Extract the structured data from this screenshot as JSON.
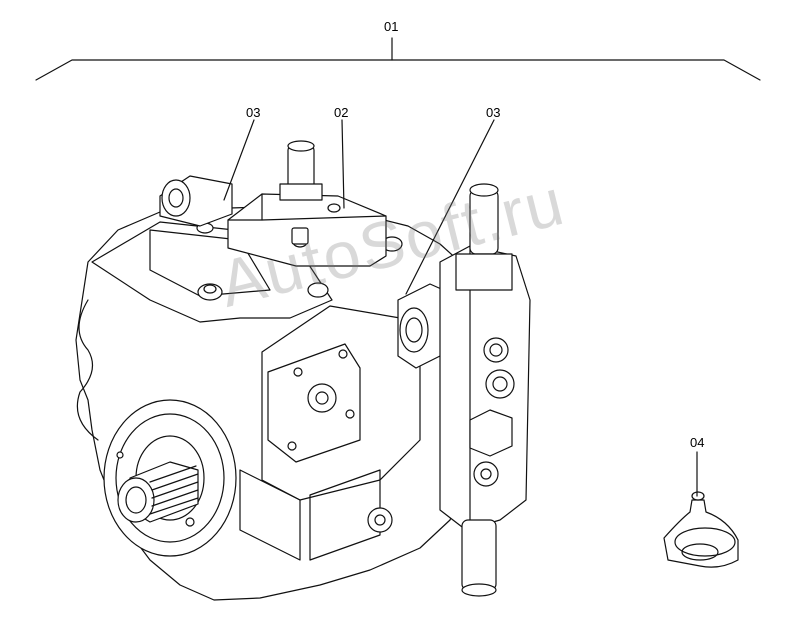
{
  "callouts": {
    "assembly": "01",
    "control_valve": "02",
    "fitting_left": "03",
    "fitting_right": "03",
    "seal_kit": "04"
  },
  "watermark": "AutoSoft.ru"
}
